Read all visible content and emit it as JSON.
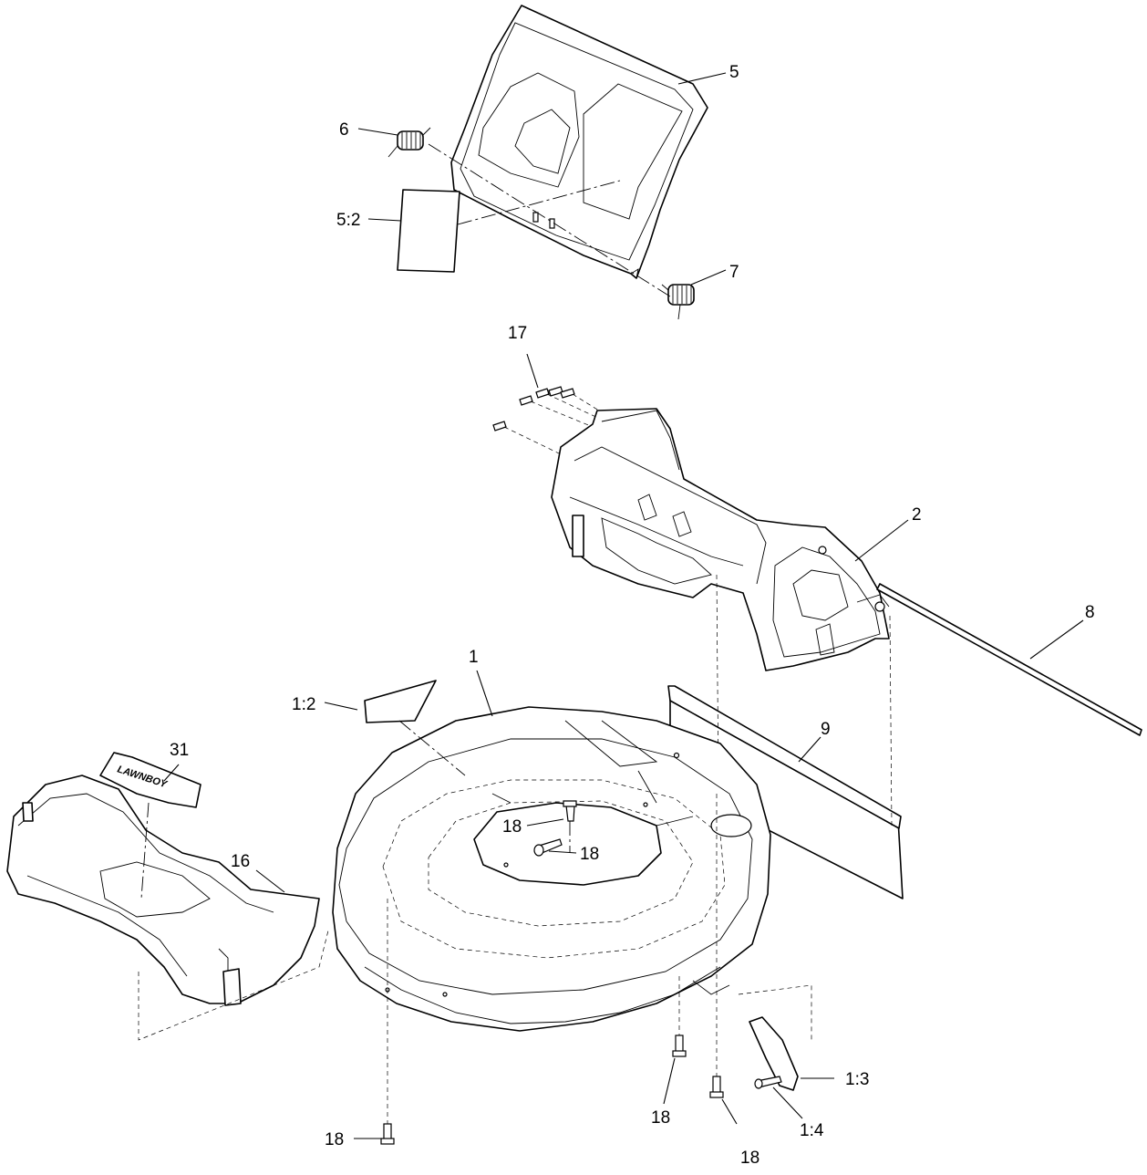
{
  "callouts": {
    "c5": "5",
    "c6": "6",
    "c5_2": "5:2",
    "c7": "7",
    "c17": "17",
    "c2": "2",
    "c8": "8",
    "c1": "1",
    "c1_2": "1:2",
    "c9": "9",
    "c31": "31",
    "c16": "16",
    "c18_a": "18",
    "c18_b": "18",
    "c18_c": "18",
    "c18_d": "18",
    "c18_e": "18",
    "c1_3": "1:3",
    "c1_4": "1:4"
  },
  "logo_text": "LAWNBOY"
}
